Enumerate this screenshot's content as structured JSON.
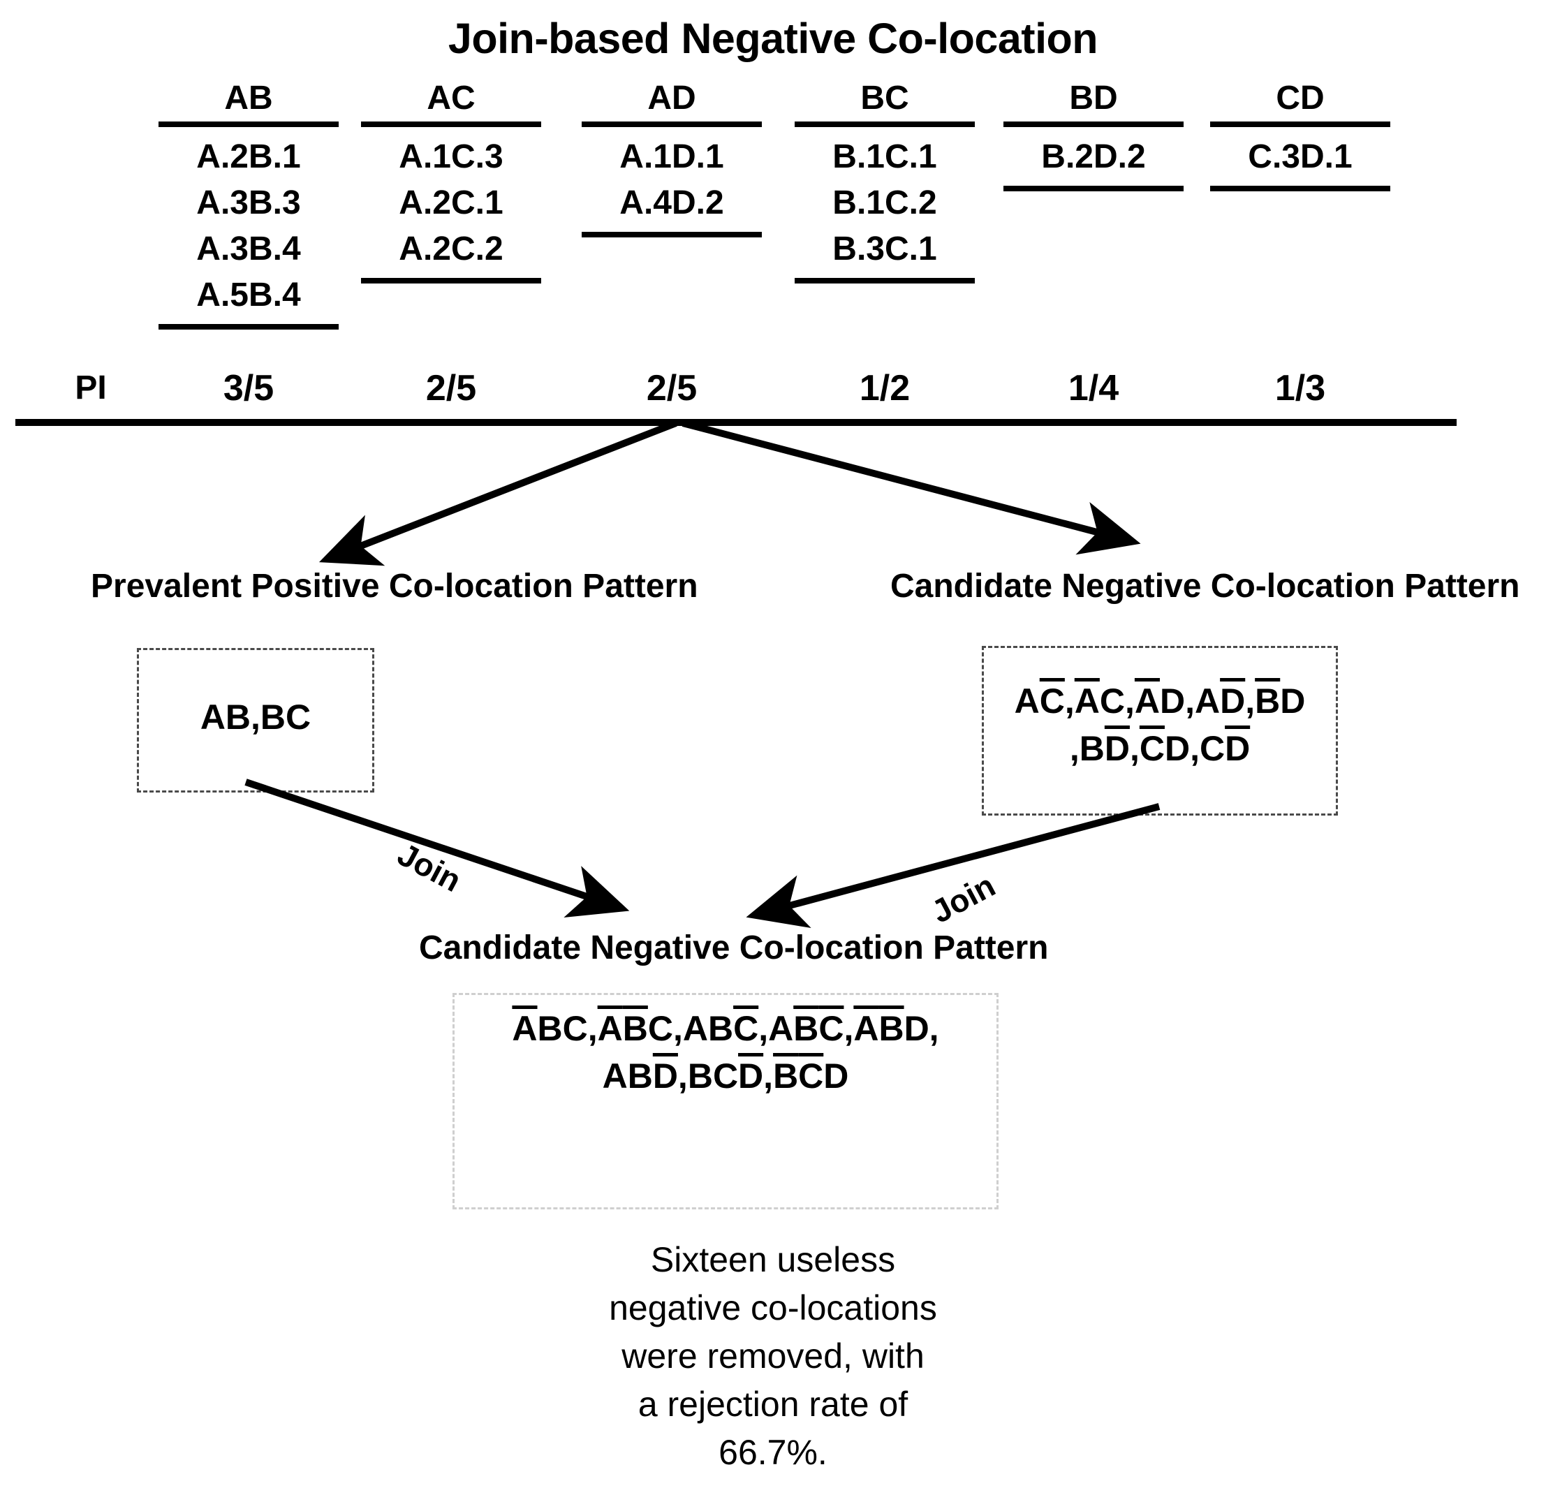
{
  "title": "Join-based Negative Co-location",
  "table": {
    "pi_row_label": "PI",
    "columns": [
      {
        "header": "AB",
        "items": [
          "A.2B.1",
          "A.3B.3",
          "A.3B.4",
          "A.5B.4"
        ],
        "pi": "3/5"
      },
      {
        "header": "AC",
        "items": [
          "A.1C.3",
          "A.2C.1",
          "A.2C.2"
        ],
        "pi": "2/5"
      },
      {
        "header": "AD",
        "items": [
          "A.1D.1",
          "A.4D.2"
        ],
        "pi": "2/5"
      },
      {
        "header": "BC",
        "items": [
          "B.1C.1",
          "B.1C.2",
          "B.3C.1"
        ],
        "pi": "1/2"
      },
      {
        "header": "BD",
        "items": [
          "B.2D.2"
        ],
        "pi": "1/4"
      },
      {
        "header": "CD",
        "items": [
          "C.3D.1"
        ],
        "pi": "1/3"
      }
    ]
  },
  "branches": {
    "left_heading": "Prevalent Positive Co-location Pattern",
    "right_heading": "Candidate Negative Co-location Pattern",
    "left_box": {
      "lines": [
        "AB,BC"
      ]
    },
    "right_box": {
      "line1": [
        {
          "t": "A",
          "bar": false
        },
        {
          "t": "C",
          "bar": true
        },
        {
          "t": ",",
          "bar": false
        },
        {
          "t": "A",
          "bar": true
        },
        {
          "t": "C",
          "bar": false
        },
        {
          "t": ",",
          "bar": false
        },
        {
          "t": "A",
          "bar": true
        },
        {
          "t": "D",
          "bar": false
        },
        {
          "t": ",",
          "bar": false
        },
        {
          "t": "A",
          "bar": false
        },
        {
          "t": "D",
          "bar": true
        },
        {
          "t": ",",
          "bar": false
        },
        {
          "t": "B",
          "bar": true
        },
        {
          "t": "D",
          "bar": false
        }
      ],
      "line2": [
        {
          "t": ",",
          "bar": false
        },
        {
          "t": "B",
          "bar": false
        },
        {
          "t": "D",
          "bar": true
        },
        {
          "t": ",",
          "bar": false
        },
        {
          "t": "C",
          "bar": true
        },
        {
          "t": "D",
          "bar": false
        },
        {
          "t": ",",
          "bar": false
        },
        {
          "t": "C",
          "bar": false
        },
        {
          "t": "D",
          "bar": true
        }
      ],
      "plain_text": "AC̄,ĀC,ĀD,AD̄,B̄D ,BD̄,C̄D,CD̄"
    }
  },
  "joins": {
    "left_label": "Join",
    "right_label": "Join"
  },
  "result": {
    "heading": "Candidate Negative Co-location Pattern",
    "box": {
      "line1": [
        {
          "t": "A",
          "bar": true
        },
        {
          "t": "B",
          "bar": false
        },
        {
          "t": "C",
          "bar": false
        },
        {
          "t": ",",
          "bar": false
        },
        {
          "t": "A",
          "bar": true
        },
        {
          "t": "B",
          "bar": true
        },
        {
          "t": "C",
          "bar": false
        },
        {
          "t": ",",
          "bar": false
        },
        {
          "t": "A",
          "bar": false
        },
        {
          "t": "B",
          "bar": false
        },
        {
          "t": "C",
          "bar": true
        },
        {
          "t": ",",
          "bar": false
        },
        {
          "t": "A",
          "bar": false
        },
        {
          "t": "B",
          "bar": true
        },
        {
          "t": "C",
          "bar": true
        },
        {
          "t": ",",
          "bar": false
        },
        {
          "t": "A",
          "bar": true
        },
        {
          "t": "B",
          "bar": true
        },
        {
          "t": "D",
          "bar": false
        },
        {
          "t": ",",
          "bar": false
        }
      ],
      "line2": [
        {
          "t": "A",
          "bar": false
        },
        {
          "t": "B",
          "bar": false
        },
        {
          "t": "D",
          "bar": true
        },
        {
          "t": ",",
          "bar": false
        },
        {
          "t": "B",
          "bar": false
        },
        {
          "t": "C",
          "bar": false
        },
        {
          "t": "D",
          "bar": true
        },
        {
          "t": ",",
          "bar": false
        },
        {
          "t": "B",
          "bar": true
        },
        {
          "t": "C",
          "bar": true
        },
        {
          "t": "D",
          "bar": false
        }
      ],
      "plain_text": "ĀBC,ĀB̄C,ABC̄,AB̄C̄,ĀB̄D, ABD̄,BCD̄,B̄C̄D"
    }
  },
  "caption": {
    "lines": [
      "Sixteen useless",
      "negative co-locations",
      "were removed, with",
      "a rejection rate of",
      "66.7%."
    ]
  },
  "colors": {
    "ink": "#000000",
    "background": "#ffffff",
    "dashed_border": "#4a4a4a",
    "dashed_border_light": "#cfcfcf"
  }
}
